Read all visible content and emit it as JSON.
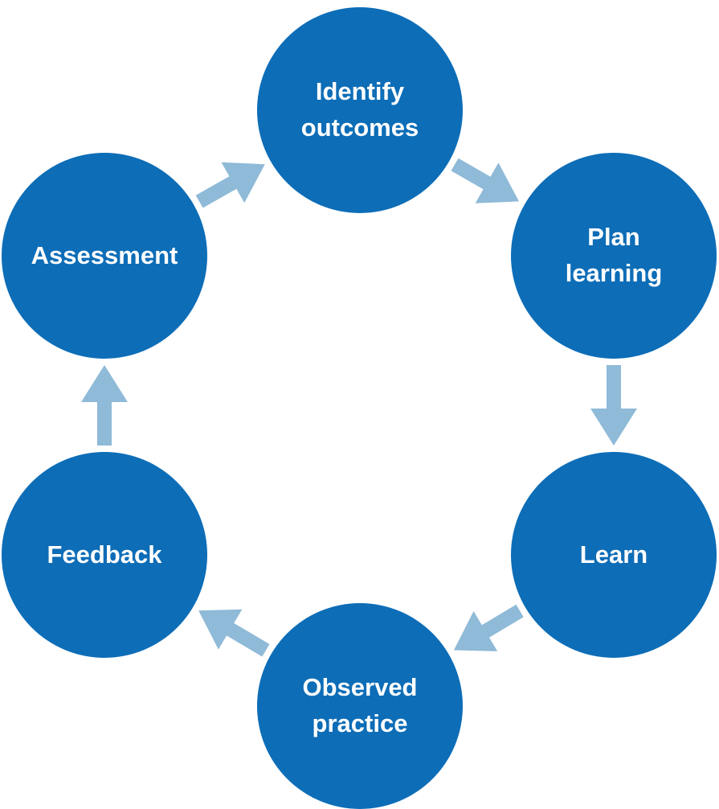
{
  "colors": {
    "node_fill": "#0d6db7",
    "arrow_fill": "#8fbad8",
    "label_text": "#ffffff",
    "background": "#ffffff"
  },
  "cycle": {
    "direction": "clockwise",
    "nodes": [
      {
        "id": "identify-outcomes",
        "label": "Identify\noutcomes"
      },
      {
        "id": "plan-learning",
        "label": "Plan\nlearning"
      },
      {
        "id": "learn",
        "label": "Learn"
      },
      {
        "id": "observed-practice",
        "label": "Observed\npractice"
      },
      {
        "id": "feedback",
        "label": "Feedback"
      },
      {
        "id": "assessment",
        "label": "Assessment"
      }
    ],
    "edges": [
      {
        "from": "identify-outcomes",
        "to": "plan-learning"
      },
      {
        "from": "plan-learning",
        "to": "learn"
      },
      {
        "from": "learn",
        "to": "observed-practice"
      },
      {
        "from": "observed-practice",
        "to": "feedback"
      },
      {
        "from": "feedback",
        "to": "assessment"
      },
      {
        "from": "assessment",
        "to": "identify-outcomes"
      }
    ]
  }
}
